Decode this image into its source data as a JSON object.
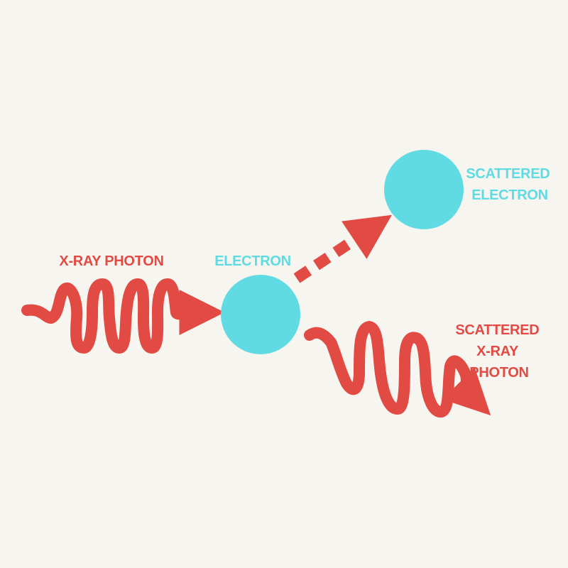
{
  "colors": {
    "background": "#f7f5ef",
    "photon": "#e24a44",
    "electron": "#61dbe3"
  },
  "labels": {
    "incident_photon": "X-RAY PHOTON",
    "electron": "ELECTRON",
    "scattered_electron": [
      "SCATTERED",
      "ELECTRON"
    ],
    "scattered_photon": [
      "SCATTERED",
      "X-RAY",
      "PHOTON"
    ]
  }
}
